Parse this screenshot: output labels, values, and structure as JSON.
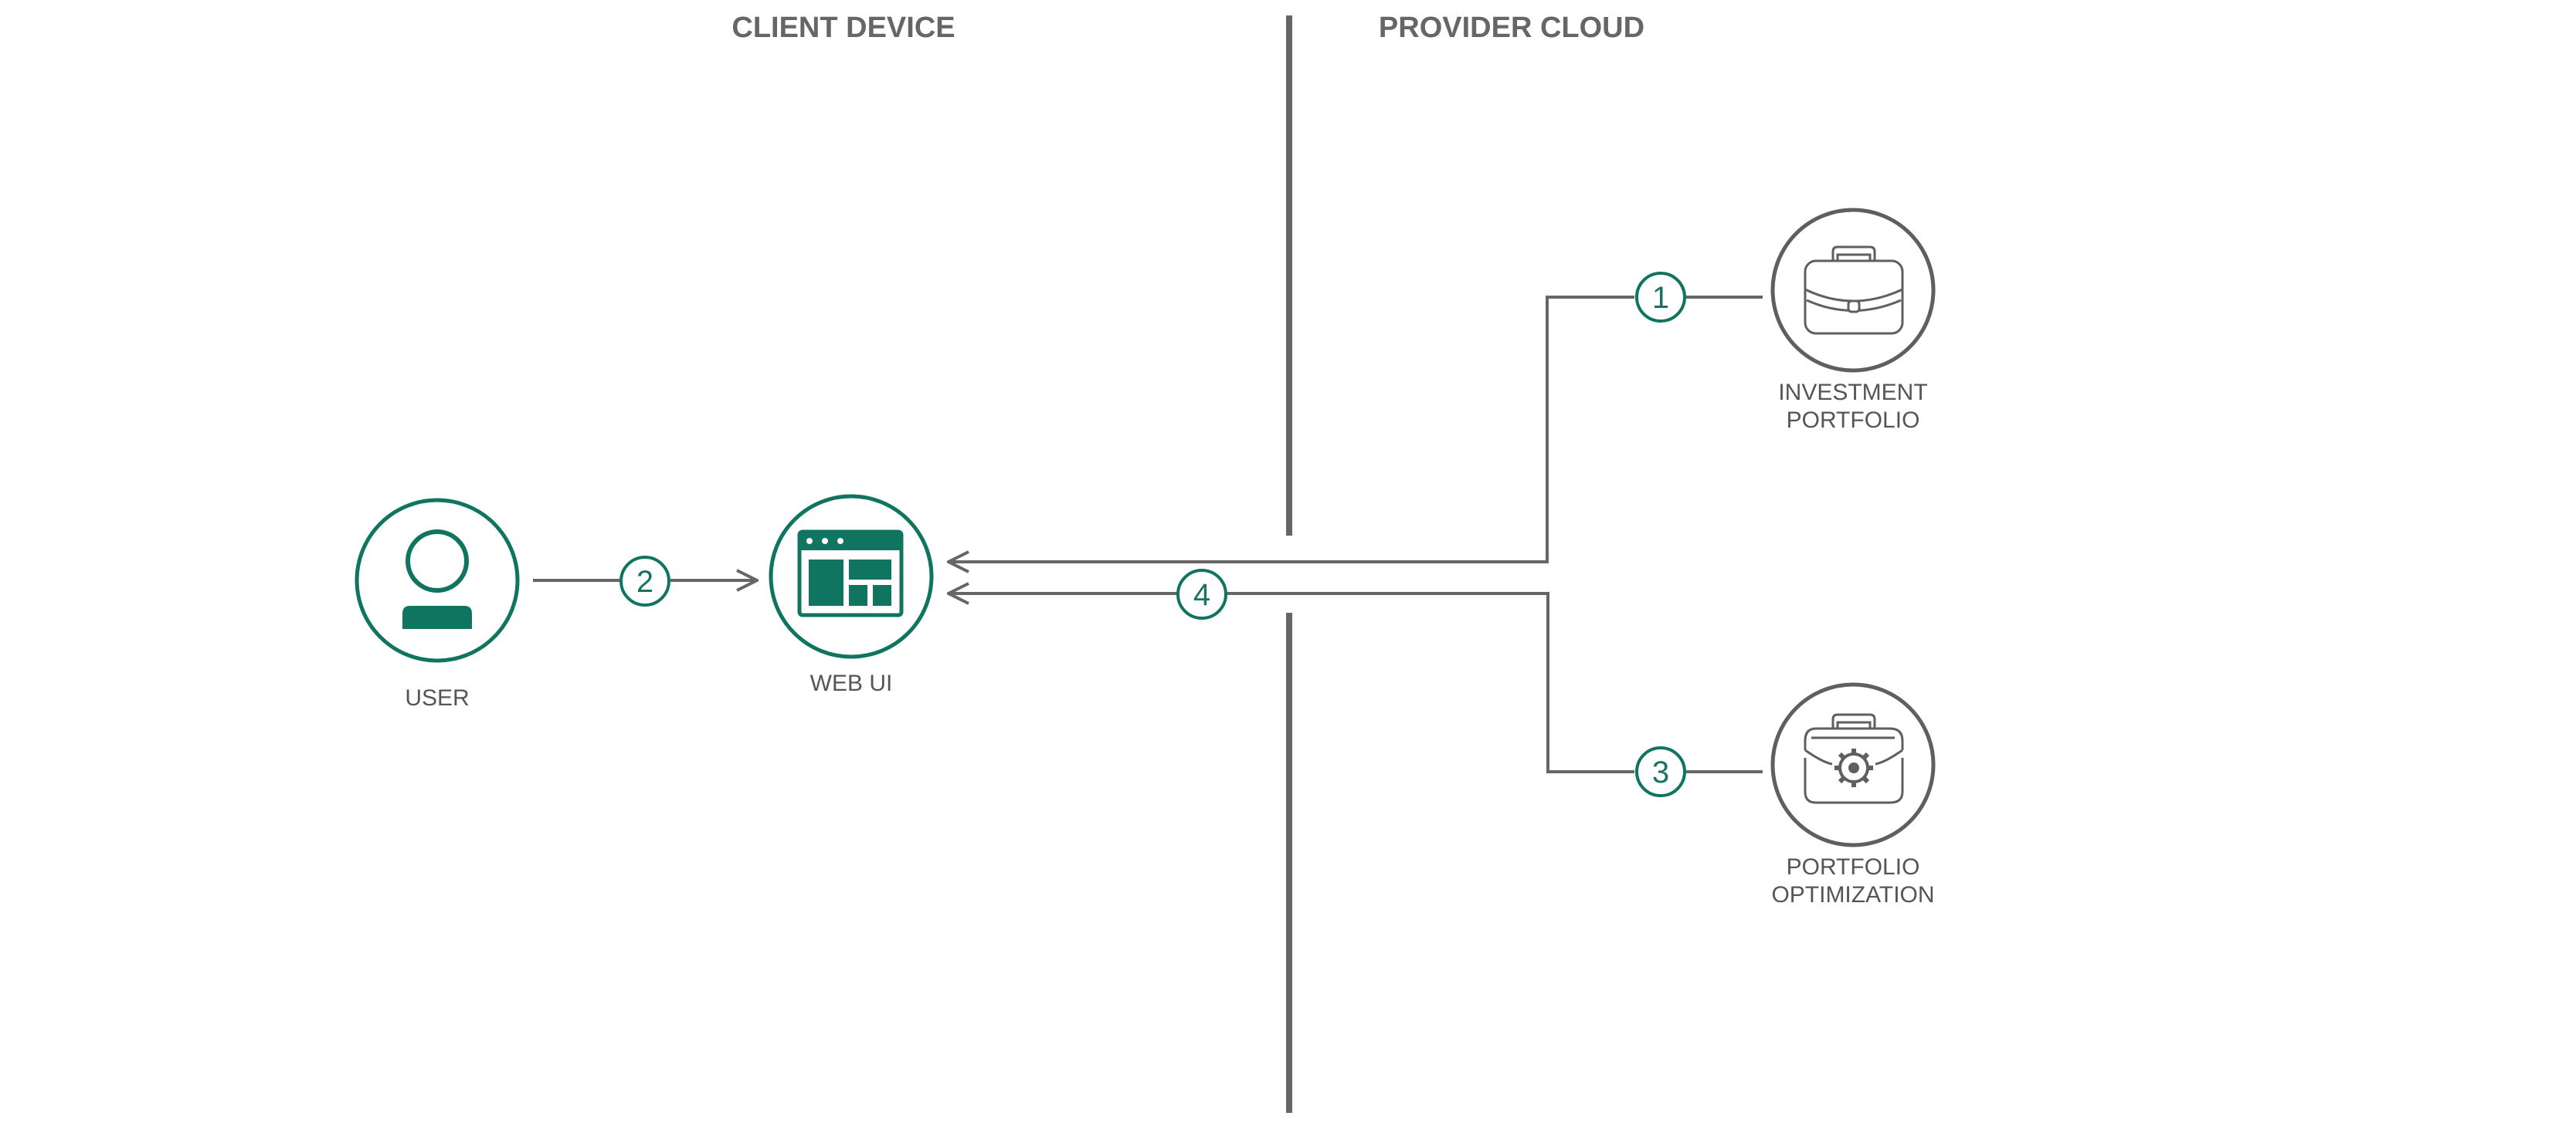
{
  "colors": {
    "accent": "#0f7560",
    "line": "#666666",
    "text": "#555555",
    "background": "#ffffff"
  },
  "sections": {
    "client": "CLIENT DEVICE",
    "provider": "PROVIDER CLOUD"
  },
  "nodes": {
    "user": {
      "label": "USER",
      "icon": "user-icon"
    },
    "web_ui": {
      "label": "WEB UI",
      "icon": "browser-window-icon"
    },
    "investment_portfolio": {
      "label_line1": "INVESTMENT",
      "label_line2": "PORTFOLIO",
      "icon": "briefcase-icon"
    },
    "portfolio_optimization": {
      "label_line1": "PORTFOLIO",
      "label_line2": "OPTIMIZATION",
      "icon": "briefcase-gear-icon"
    }
  },
  "steps": {
    "s1": "1",
    "s2": "2",
    "s3": "3",
    "s4": "4"
  }
}
